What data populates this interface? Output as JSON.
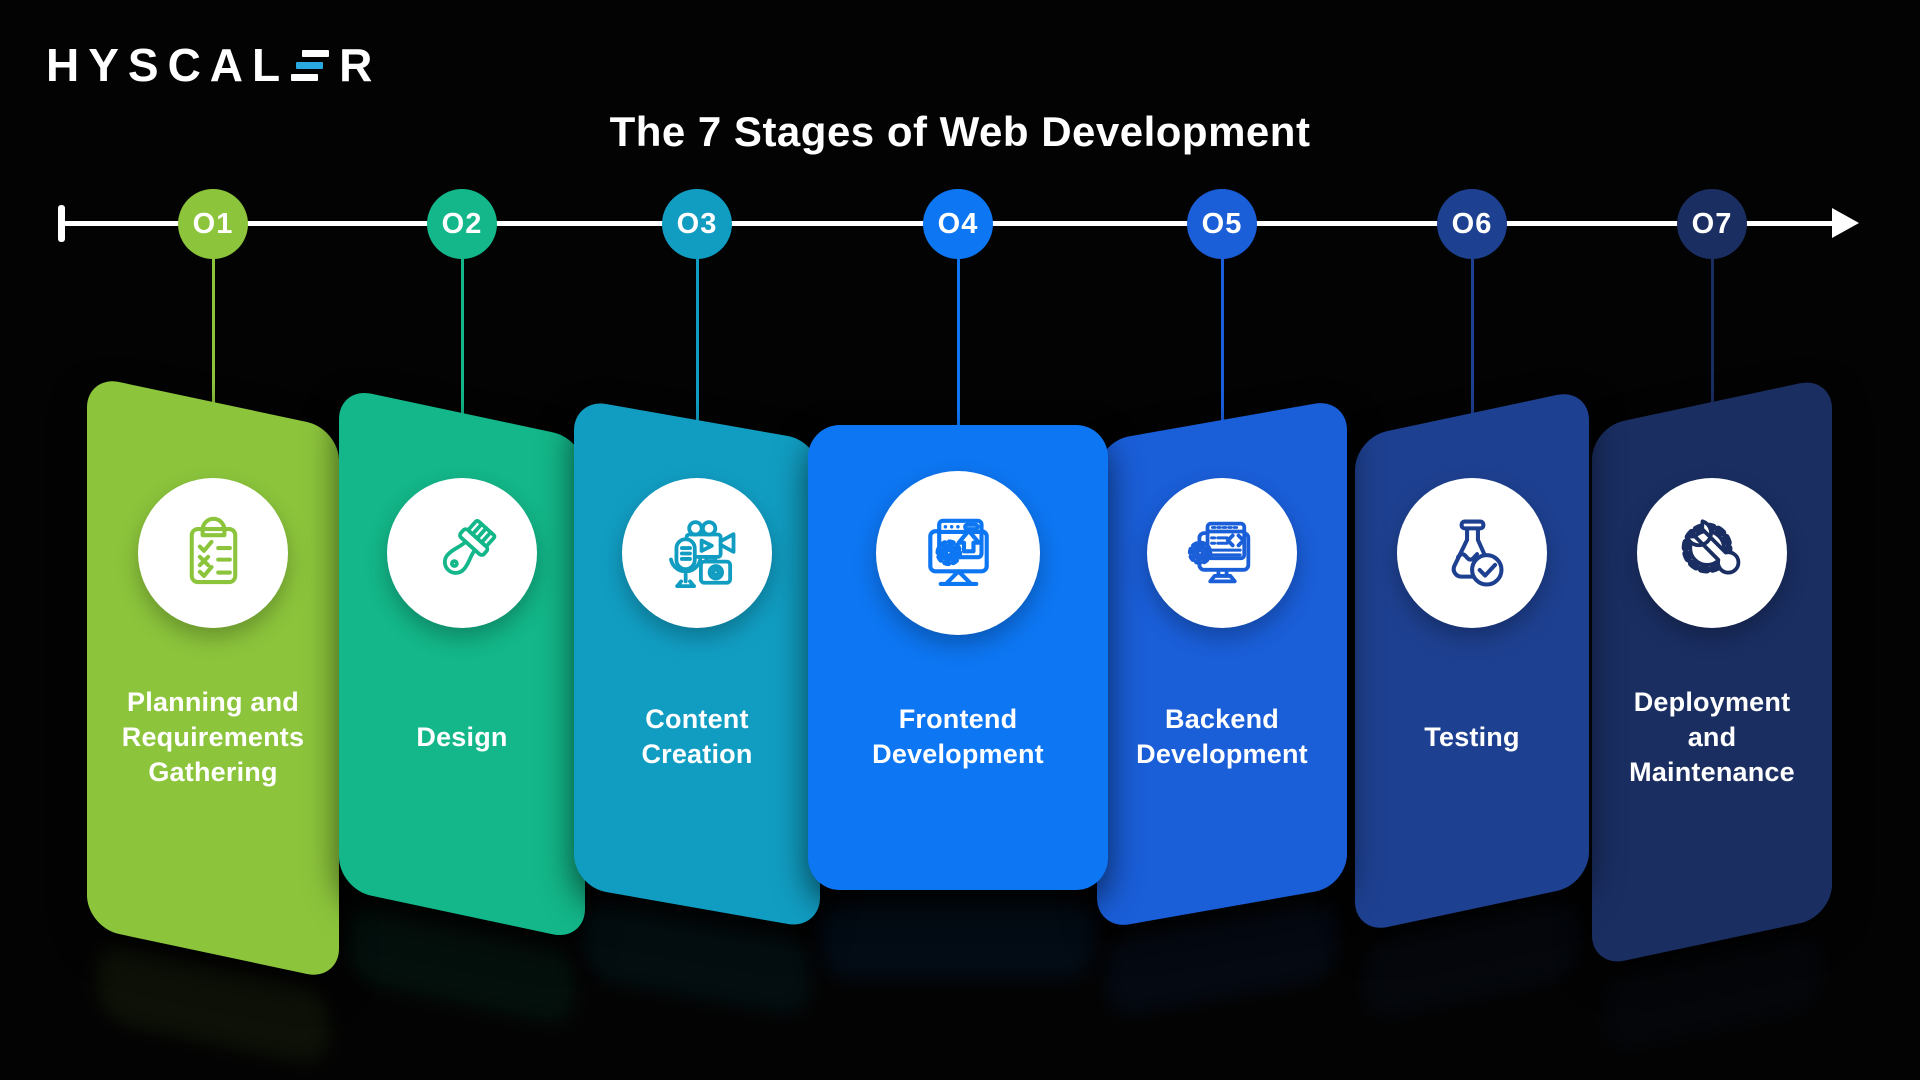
{
  "brand": {
    "logo_left": "HYSCAL",
    "logo_right": "R",
    "logo_color": "#ffffff",
    "logo_accent_color": "#2aa9e0"
  },
  "header": {
    "title": "The 7 Stages of Web Development"
  },
  "timeline": {
    "line_color": "#ffffff",
    "arrow_icon": "right-arrow-icon",
    "direction": "left-to-right"
  },
  "stages": [
    {
      "step": "O1",
      "label": "Planning and Requirements Gathering",
      "label_lines": [
        "Planning and",
        "Requirements",
        "Gathering"
      ],
      "color": "#8cc53c",
      "icon": "clipboard-checklist-icon"
    },
    {
      "step": "O2",
      "label": "Design",
      "label_lines": [
        "Design"
      ],
      "color": "#13b789",
      "icon": "paintbrush-icon"
    },
    {
      "step": "O3",
      "label": "Content Creation",
      "label_lines": [
        "Content",
        "Creation"
      ],
      "color": "#119dc2",
      "icon": "media-production-icon"
    },
    {
      "step": "O4",
      "label": "Frontend Development",
      "label_lines": [
        "Frontend",
        "Development"
      ],
      "color": "#0d76f2",
      "icon": "browser-upload-icon"
    },
    {
      "step": "O5",
      "label": "Backend Development",
      "label_lines": [
        "Backend",
        "Development"
      ],
      "color": "#1a5ed8",
      "icon": "code-monitor-icon"
    },
    {
      "step": "O6",
      "label": "Testing",
      "label_lines": [
        "Testing"
      ],
      "color": "#1e4090",
      "icon": "flask-check-icon"
    },
    {
      "step": "O7",
      "label": "Deployment and Maintenance",
      "label_lines": [
        "Deployment",
        "and",
        "Maintenance"
      ],
      "color": "#1a2e62",
      "icon": "gear-wrench-icon"
    }
  ],
  "text_color": "#ffffff"
}
